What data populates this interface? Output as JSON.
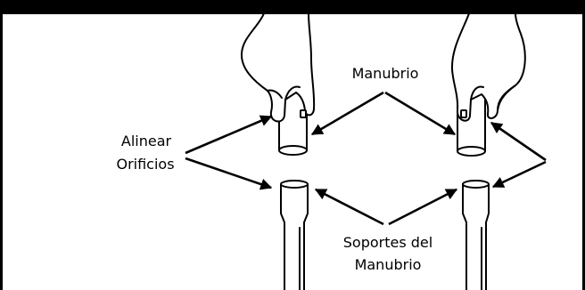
{
  "diagram": {
    "handlebar_label": "Manubrio",
    "align_label_line1": "Alinear",
    "align_label_line2": "Orificios",
    "supports_label_line1": "Soportes del",
    "supports_label_line2": "Manubrio"
  },
  "colors": {
    "ink": "#000000",
    "background": "#ffffff",
    "header_bar": "#000000"
  }
}
